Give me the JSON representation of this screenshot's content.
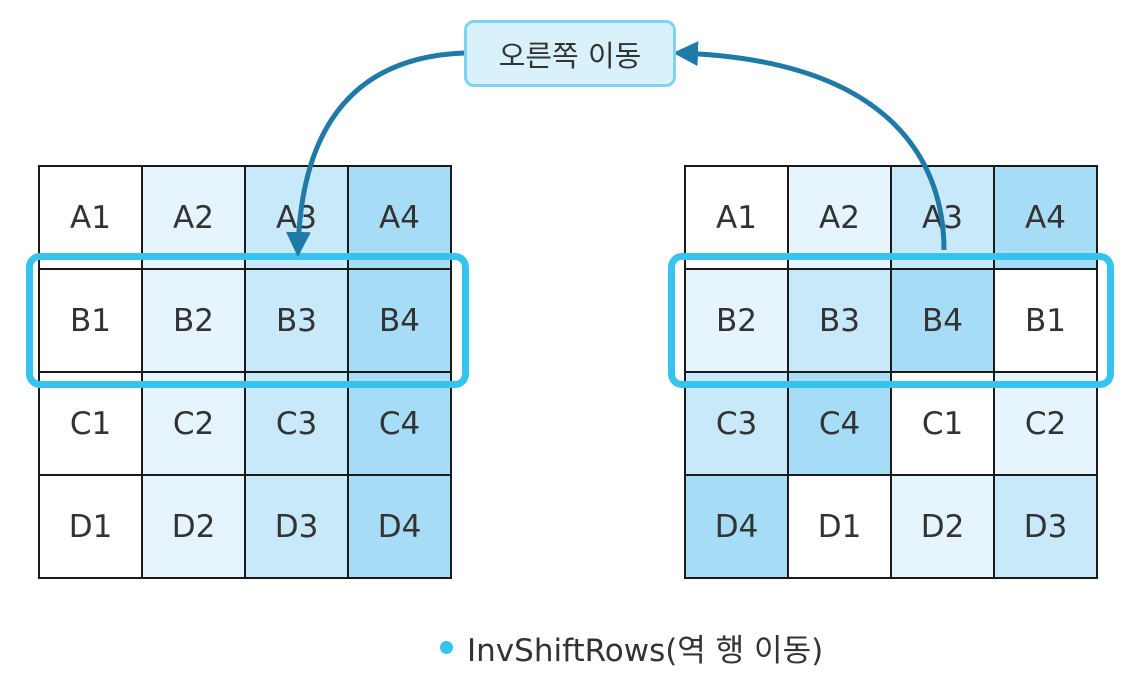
{
  "label": "오른쪽 이동",
  "caption": "InvShiftRows(역 행 이동)",
  "colors": {
    "arrow": "#1f7aa8",
    "highlight": "#36c4ee",
    "shade_1": "#ffffff",
    "shade_2": "#e6f5fd",
    "shade_3": "#c8e9f9",
    "shade_4": "#a6dcf5"
  },
  "left_grid": [
    [
      {
        "t": "A1",
        "s": 1
      },
      {
        "t": "A2",
        "s": 2
      },
      {
        "t": "A3",
        "s": 3
      },
      {
        "t": "A4",
        "s": 4
      }
    ],
    [
      {
        "t": "B1",
        "s": 1
      },
      {
        "t": "B2",
        "s": 2
      },
      {
        "t": "B3",
        "s": 3
      },
      {
        "t": "B4",
        "s": 4
      }
    ],
    [
      {
        "t": "C1",
        "s": 1
      },
      {
        "t": "C2",
        "s": 2
      },
      {
        "t": "C3",
        "s": 3
      },
      {
        "t": "C4",
        "s": 4
      }
    ],
    [
      {
        "t": "D1",
        "s": 1
      },
      {
        "t": "D2",
        "s": 2
      },
      {
        "t": "D3",
        "s": 3
      },
      {
        "t": "D4",
        "s": 4
      }
    ]
  ],
  "right_grid": [
    [
      {
        "t": "A1",
        "s": 1
      },
      {
        "t": "A2",
        "s": 2
      },
      {
        "t": "A3",
        "s": 3
      },
      {
        "t": "A4",
        "s": 4
      }
    ],
    [
      {
        "t": "B2",
        "s": 2
      },
      {
        "t": "B3",
        "s": 3
      },
      {
        "t": "B4",
        "s": 4
      },
      {
        "t": "B1",
        "s": 1
      }
    ],
    [
      {
        "t": "C3",
        "s": 3
      },
      {
        "t": "C4",
        "s": 4
      },
      {
        "t": "C1",
        "s": 1
      },
      {
        "t": "C2",
        "s": 2
      }
    ],
    [
      {
        "t": "D4",
        "s": 4
      },
      {
        "t": "D1",
        "s": 1
      },
      {
        "t": "D2",
        "s": 2
      },
      {
        "t": "D3",
        "s": 3
      }
    ]
  ]
}
